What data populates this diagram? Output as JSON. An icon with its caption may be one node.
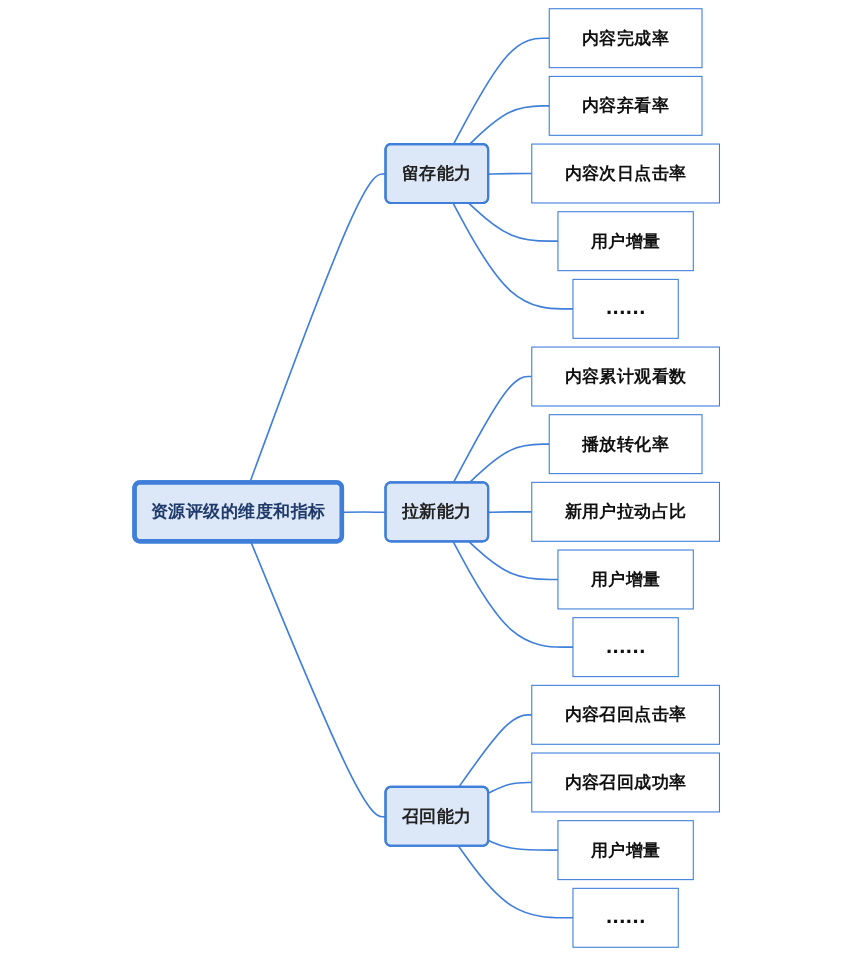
{
  "diagram": {
    "nodes": [
      {
        "text": [
          "资源评级的维度和指标"
        ]
      },
      {
        "text": [
          "留存能力"
        ]
      },
      {
        "text": [
          "内容完成率"
        ]
      },
      {
        "text": [
          "内容弃看率"
        ]
      },
      {
        "text": [
          "内容次日点击率"
        ]
      },
      {
        "text": [
          "用户增量"
        ]
      },
      {
        "text": [
          "......"
        ]
      },
      {
        "text": [
          "拉新能力"
        ]
      },
      {
        "text": [
          "内容累计观看数"
        ]
      },
      {
        "text": [
          "播放转化率"
        ]
      },
      {
        "text": [
          "新用户拉动占比"
        ]
      },
      {
        "text": [
          "用户增量"
        ]
      },
      {
        "text": [
          "......"
        ]
      },
      {
        "text": [
          "召回能力"
        ]
      },
      {
        "text": [
          "内容召回点击率"
        ]
      },
      {
        "text": [
          "内容召回成功率"
        ]
      },
      {
        "text": [
          "用户增量"
        ]
      },
      {
        "text": [
          "......"
        ]
      }
    ],
    "edges": [
      {
        "from": 0,
        "to": 1,
        "arrow": "none"
      },
      {
        "from": 0,
        "to": 7,
        "arrow": "none"
      },
      {
        "from": 0,
        "to": 13,
        "arrow": "none"
      },
      {
        "from": 1,
        "to": 2,
        "arrow": "none"
      },
      {
        "from": 1,
        "to": 3,
        "arrow": "none"
      },
      {
        "from": 1,
        "to": 4,
        "arrow": "none"
      },
      {
        "from": 1,
        "to": 5,
        "arrow": "none"
      },
      {
        "from": 1,
        "to": 6,
        "arrow": "none"
      },
      {
        "from": 7,
        "to": 8,
        "arrow": "none"
      },
      {
        "from": 7,
        "to": 9,
        "arrow": "none"
      },
      {
        "from": 7,
        "to": 10,
        "arrow": "none"
      },
      {
        "from": 7,
        "to": 11,
        "arrow": "none"
      },
      {
        "from": 7,
        "to": 12,
        "arrow": "none"
      },
      {
        "from": 13,
        "to": 14,
        "arrow": "none"
      },
      {
        "from": 13,
        "to": 15,
        "arrow": "none"
      },
      {
        "from": 13,
        "to": 16,
        "arrow": "none"
      },
      {
        "from": 13,
        "to": 17,
        "arrow": "none"
      }
    ]
  }
}
